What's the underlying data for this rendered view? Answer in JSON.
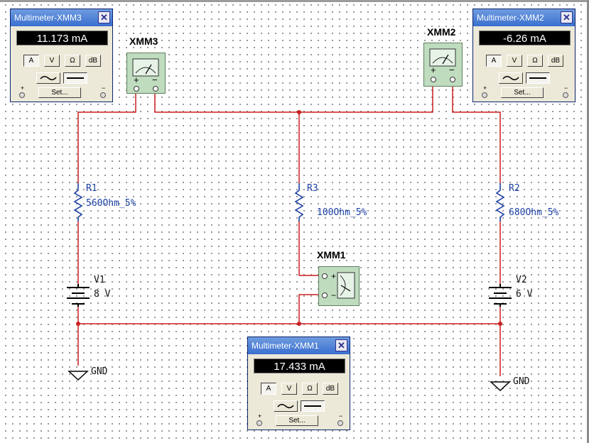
{
  "multimeters": [
    {
      "id": "XMM3",
      "title": "Multimeter-XMM3",
      "reading": "11.173 mA"
    },
    {
      "id": "XMM2",
      "title": "Multimeter-XMM2",
      "reading": "-6.26 mA"
    },
    {
      "id": "XMM1",
      "title": "Multimeter-XMM1",
      "reading": "17.433 mA"
    }
  ],
  "buttons": {
    "a": "A",
    "v": "V",
    "ohm": "Ω",
    "db": "dB",
    "set": "Set...",
    "close": "✕",
    "plus": "+",
    "minus": "−"
  },
  "components": {
    "r1": {
      "name": "R1",
      "value": "560Ohm_5%"
    },
    "r2": {
      "name": "R2",
      "value": "680Ohm_5%"
    },
    "r3": {
      "name": "R3",
      "value": "100Ohm_5%"
    },
    "v1": {
      "name": "V1",
      "value": "8 V"
    },
    "v2": {
      "name": "V2",
      "value": "6 V"
    },
    "gnd": "GND"
  },
  "meter_labels": {
    "xmm1": "XMM1",
    "xmm2": "XMM2",
    "xmm3": "XMM3"
  },
  "colors": {
    "wire": "#cc1f1f",
    "resistor": "#1b3fa3",
    "titlebar": "#3a6fcf"
  }
}
